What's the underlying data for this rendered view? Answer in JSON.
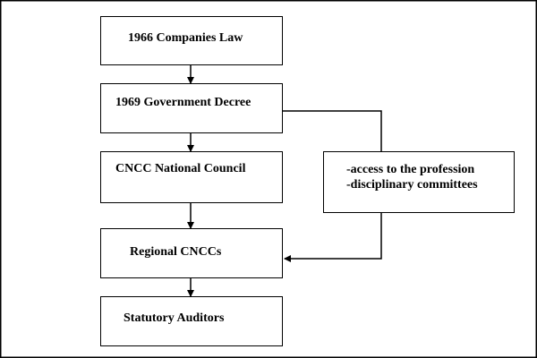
{
  "diagram": {
    "nodes": [
      {
        "id": "companies-law",
        "label": "1966 Companies Law"
      },
      {
        "id": "government-decree",
        "label": "1969 Government Decree"
      },
      {
        "id": "national-council",
        "label": "CNCC National Council"
      },
      {
        "id": "regional-cnccs",
        "label": "Regional CNCCs"
      },
      {
        "id": "statutory-auditors",
        "label": "Statutory Auditors"
      }
    ],
    "note": {
      "lines": [
        "-access to the profession",
        "-disciplinary committees"
      ]
    },
    "edges": [
      {
        "from": "companies-law",
        "to": "government-decree"
      },
      {
        "from": "government-decree",
        "to": "national-council"
      },
      {
        "from": "national-council",
        "to": "regional-cnccs"
      },
      {
        "from": "regional-cnccs",
        "to": "statutory-auditors"
      },
      {
        "from": "government-decree",
        "to": "note"
      },
      {
        "from": "note",
        "to": "regional-cnccs"
      }
    ]
  }
}
